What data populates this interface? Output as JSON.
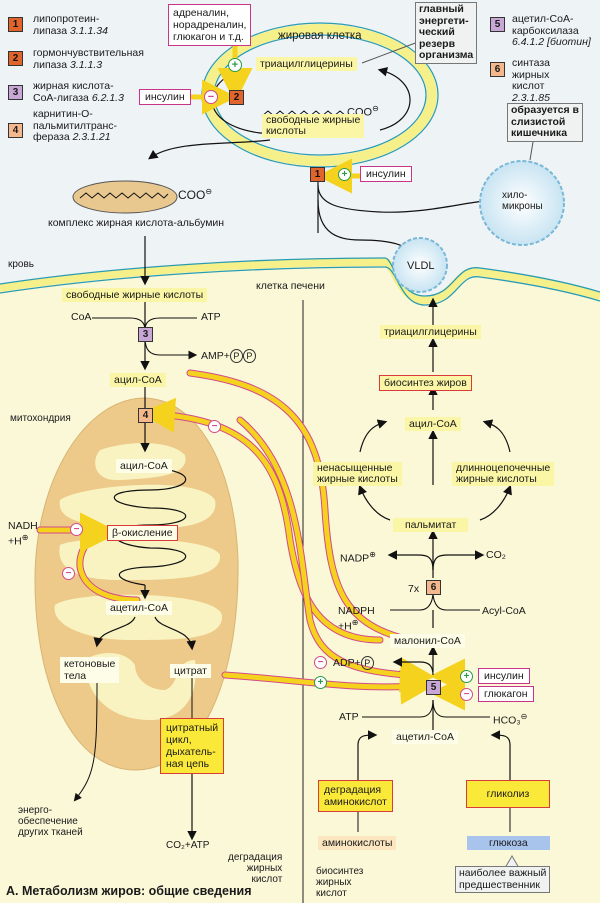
{
  "legend": [
    {
      "num": "1",
      "name": "липопротеин-",
      "name2": "липаза",
      "ec": "3.1.1.34"
    },
    {
      "num": "2",
      "name": "гормончувствительная",
      "name2": "липаза",
      "ec": "3.1.1.3"
    },
    {
      "num": "3",
      "name": "жирная кислота-",
      "name2": "СоА-лигаза",
      "ec": "6.2.1.3"
    },
    {
      "num": "4",
      "name": "карнитин-О-",
      "name2": "пальмитилтранс-",
      "name3": "фераза",
      "ec": "2.3.1.21"
    },
    {
      "num": "5",
      "name": "ацетил-СоА-",
      "name2": "карбоксилаза",
      "ec": "6.4.1.2 [биотин]"
    },
    {
      "num": "6",
      "name": "синтаза",
      "name2": "жирных",
      "name3": "кислот",
      "ec": "2.3.1.85"
    }
  ],
  "fat_cell": {
    "title": "жировая клетка",
    "hormones": [
      "адреналин,",
      "норадреналин,",
      "глюкагон и т.д."
    ],
    "tag": "триацилглицерины",
    "ffa": [
      "свободные жирные",
      "кислоты"
    ],
    "coo": "COO",
    "callout": [
      "главный",
      "энергети-",
      "ческий",
      "резерв",
      "организма"
    ],
    "insulin": "инсулин"
  },
  "blood": {
    "label": "кровь",
    "albumin_coo": "COO",
    "albumin_label": "комплекс жирная кислота-альбумин",
    "insulin_lpl": "инсулин",
    "chylo_callout": [
      "образуется в",
      "слизистой",
      "кишечника"
    ],
    "chylo": [
      "хило-",
      "микроны"
    ],
    "vldl": "VLDL"
  },
  "liver": {
    "label": "клетка печени",
    "ffa": "свободные жирные кислоты",
    "coa": "CoA",
    "atp": "ATP",
    "amp": "AMP+",
    "p": "P",
    "acyl_coa": "ацил-СоА",
    "mito_label": "митохондрия",
    "acyl_coa_in": "ацил-СоА",
    "beta_ox": "β-окисление",
    "nadh": "NADH",
    "h_plus": "+H",
    "acetyl_coa_mito": "ацетил-СоА",
    "ketone": [
      "кетоновые",
      "тела"
    ],
    "citrate": "цитрат",
    "tca": [
      "цитратный",
      "цикл,",
      "дыхатель-",
      "ная цепь"
    ],
    "energy": [
      "энерго-",
      "обеспечение",
      "других тканей"
    ],
    "co2_atp": "CO₂+ATP",
    "degradation": [
      "деградация",
      "жирных",
      "кислот"
    ],
    "tag": "триацилглицерины",
    "fat_biosynthesis": "биосинтез жиров",
    "acyl_coa_right": "ацил-СоА",
    "unsaturated": [
      "ненасыщенные",
      "жирные кислоты"
    ],
    "long_chain": [
      "длинноцепочечные",
      "жирные кислоты"
    ],
    "palmitate": "пальмитат",
    "nadp": "NADP",
    "co2": "CO₂",
    "times7": "7x",
    "nadph": "NADPH",
    "nadph_h": "+H",
    "acyl_coa_en": "Acyl-CoA",
    "malonyl": "малонил-СоА",
    "adp": "ADP+",
    "insulin": "инсулин",
    "glucagon": "глюкагон",
    "atp2": "ATP",
    "hco3": "HCO₃",
    "acetyl_coa": "ацетил-СоА",
    "aa_degradation": [
      "деградация",
      "аминокислот"
    ],
    "glycolysis": "гликолиз",
    "amino_acids": "аминокислоты",
    "glucose": "глюкоза",
    "glucose_callout": [
      "наиболее важный",
      "предшественник"
    ],
    "fa_biosynthesis": [
      "биосинтез",
      "жирных",
      "кислот"
    ]
  },
  "signs": {
    "plus": "+",
    "minus": "−"
  },
  "caption": "А. Метаболизм жиров: общие сведения",
  "colors": {
    "background": "#eef3f6",
    "liver_bg": "#fbf8d8",
    "membrane": "#f5f08a",
    "membrane_line": "#2a9bb0",
    "mito": "#edc98a",
    "mito_inner": "#f8f3c0",
    "yellow_label": "#fbf6a6",
    "red_outline": "#d93a3a",
    "magenta_outline": "#c8348a",
    "green_plus": "#2a9a4a",
    "pink_minus": "#d24a8a",
    "enzyme_orange": "#e0642b",
    "enzyme_violet": "#c8a6d6",
    "enzyme_peach": "#f5b88c",
    "glucose_blue": "#a8c4ec"
  }
}
